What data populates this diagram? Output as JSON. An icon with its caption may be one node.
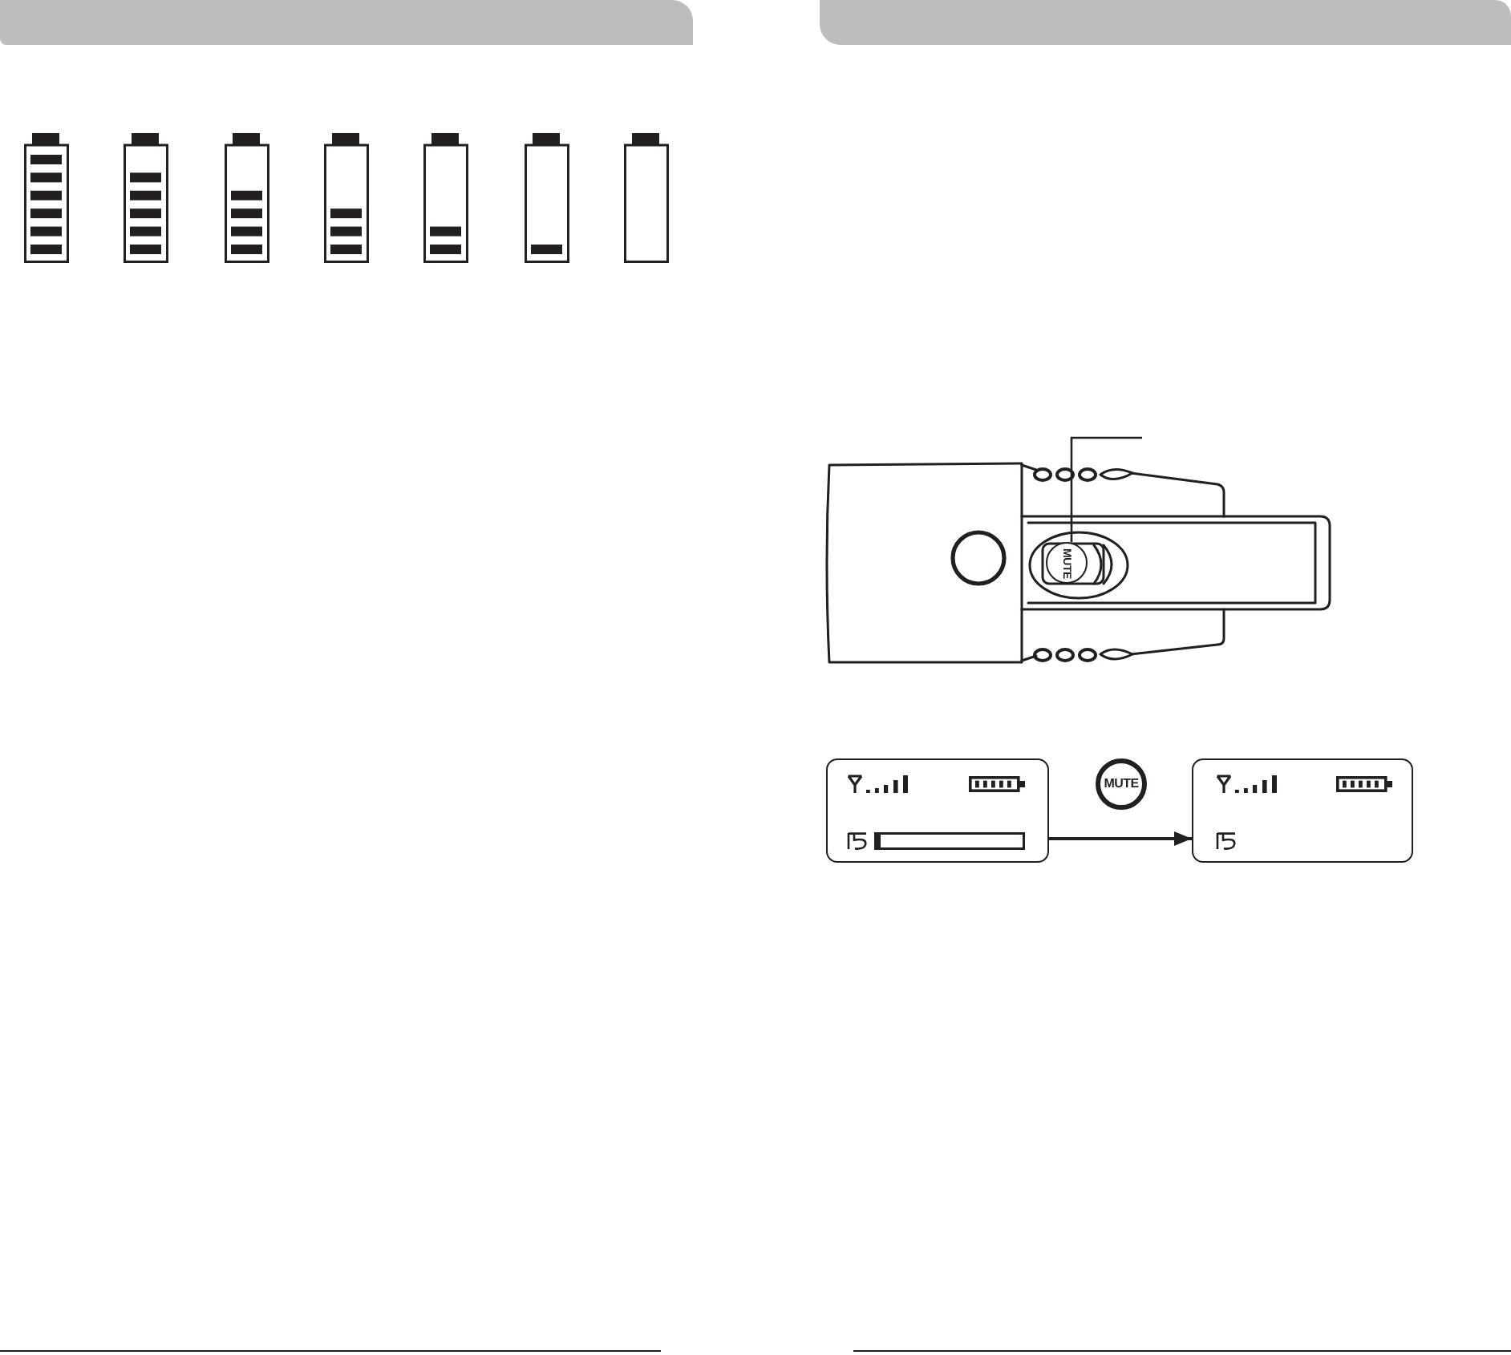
{
  "diagram": {
    "nodes": [
      {
        "text": [
          "MUTE"
        ]
      },
      {
        "text": [],
        "shape": "box"
      },
      {
        "text": [
          "MUTE"
        ]
      },
      {
        "text": [],
        "shape": "box"
      }
    ],
    "edges": [
      {
        "from": null,
        "to": 0,
        "arrow": "none"
      },
      {
        "from": 1,
        "to": 3,
        "arrow": "to"
      }
    ]
  }
}
